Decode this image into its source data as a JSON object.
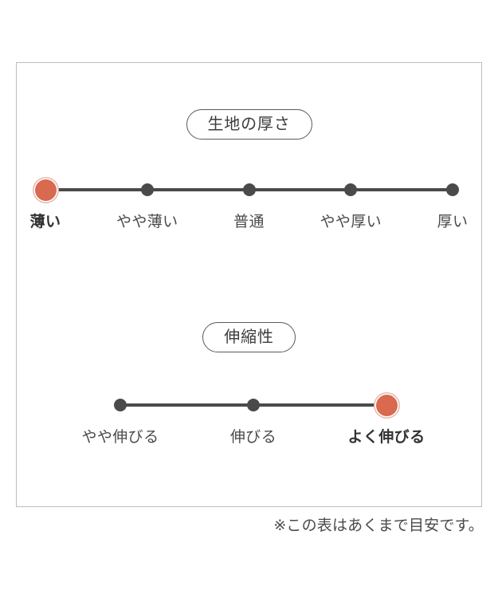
{
  "card": {
    "sections": [
      {
        "badge_label": "生地の厚さ",
        "scale": {
          "points": [
            {
              "label": "薄い",
              "selected": true
            },
            {
              "label": "やや薄い",
              "selected": false
            },
            {
              "label": "普通",
              "selected": false
            },
            {
              "label": "やや厚い",
              "selected": false
            },
            {
              "label": "厚い",
              "selected": false
            }
          ]
        }
      },
      {
        "badge_label": "伸縮性",
        "scale": {
          "points": [
            {
              "label": "やや伸びる",
              "selected": false
            },
            {
              "label": "伸びる",
              "selected": false
            },
            {
              "label": "よく伸びる",
              "selected": true
            }
          ]
        }
      }
    ]
  },
  "footnote": "※この表はあくまで目安です。",
  "colors": {
    "selected_fill": "#d9694f",
    "selected_ring": "#e3b9ae",
    "point_fill": "#4a4a4a",
    "track": "#4a4a4a",
    "badge_border": "#5a5a5a",
    "card_border": "#bdbdbd",
    "text": "#4a4a4a"
  }
}
